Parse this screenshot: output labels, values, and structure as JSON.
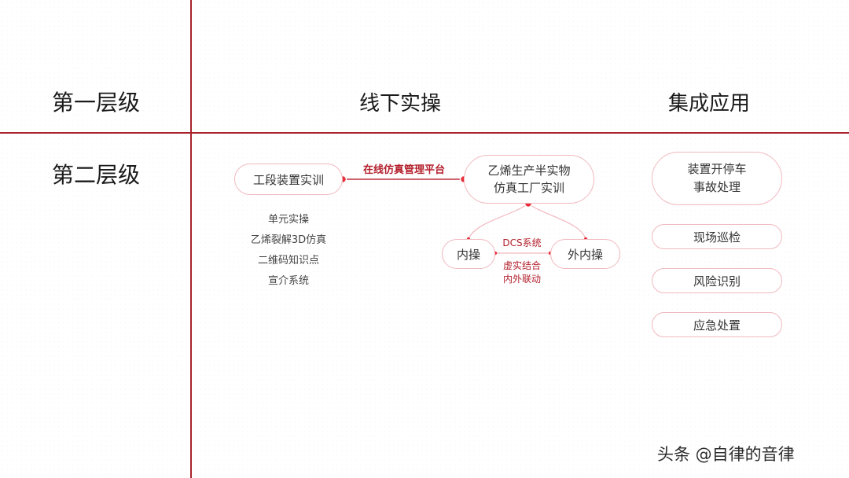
{
  "headings": {
    "row1_label": "第一层级",
    "row2_label": "第二层级",
    "col1_title": "线下实操",
    "col2_title": "集成应用"
  },
  "offline": {
    "section_node": "工段装置实训",
    "platform_link": "在线仿真管理平台",
    "sub_items": [
      "单元实操",
      "乙烯裂解3D仿真",
      "二维码知识点",
      "宣介系统"
    ],
    "factory_node": "乙烯生产半实物\n仿真工厂实训",
    "inner_node": "内操",
    "outer_node": "外内操",
    "dcs_label": "DCS系统",
    "link_label": "虚实结合\n内外联动"
  },
  "integrated": {
    "items": [
      "装置开停车\n事故处理",
      "现场巡检",
      "风险识别",
      "应急处置"
    ]
  },
  "watermark": "头条 @自律的音律",
  "colors": {
    "accent": "#a8232d",
    "pill_border": "#f1b9bf",
    "dot": "#e8303d"
  }
}
